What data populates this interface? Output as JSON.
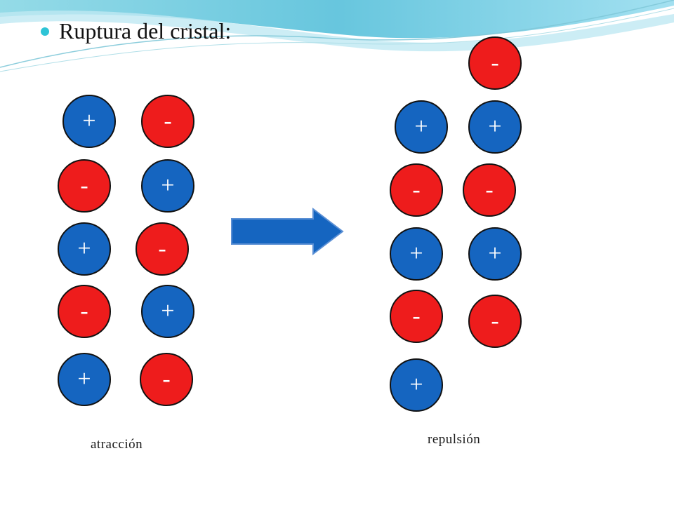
{
  "slide": {
    "title": "Ruptura del cristal:",
    "colors": {
      "positive": "#1565c0",
      "negative": "#ee1c1c",
      "bullet": "#2ec4d6",
      "arrow": "#1565c0"
    }
  },
  "diagram": {
    "left_group": {
      "caption": "atracción",
      "ions": [
        "+",
        "-",
        "-",
        "+",
        "+",
        "-",
        "-",
        "+",
        "+",
        "-"
      ]
    },
    "right_group": {
      "caption": "repulsión",
      "ions": [
        "-",
        "+",
        "+",
        "-",
        "-",
        "+",
        "+",
        "-",
        "-",
        "+"
      ]
    },
    "arrow_icon": "right-arrow-icon"
  }
}
